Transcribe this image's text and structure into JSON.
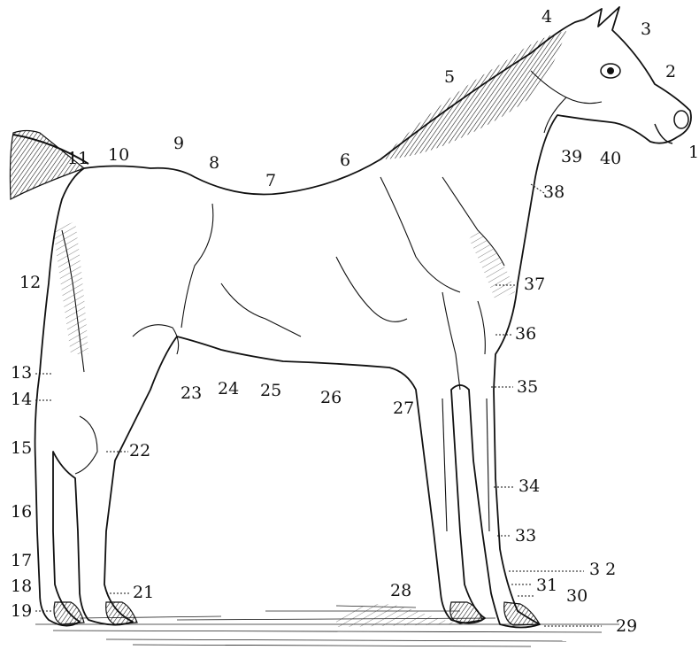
{
  "ink_color": "#111111",
  "paper_color": "#ffffff",
  "labels": [
    "1",
    "2",
    "3",
    "4",
    "5",
    "6",
    "7",
    "8",
    "9",
    "10",
    "11",
    "12",
    "13",
    "14",
    "15",
    "16",
    "17",
    "18",
    "19",
    "21",
    "22",
    "23",
    "24",
    "25",
    "26",
    "27",
    "28",
    "29",
    "30",
    "31",
    "3 2",
    "33",
    "34",
    "35",
    "36",
    "37",
    "38",
    "39",
    "40"
  ]
}
